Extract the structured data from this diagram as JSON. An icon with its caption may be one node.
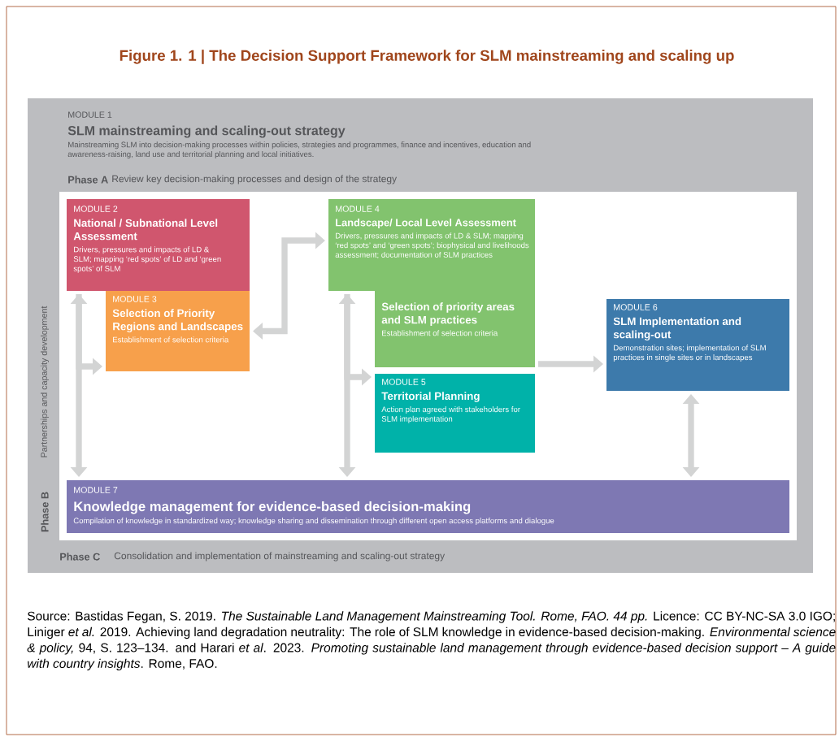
{
  "diagram": {
    "title": "Figure 1. 1 | The Decision Support Framework for SLM mainstreaming and scaling up",
    "caption": "Source: Bastidas Fegan, S. 2019. *The Sustainable Land Management Mainstreaming Tool. Rome, FAO. 44 pp.* Licence: CC BY-NC-SA 3.0 IGO; Liniger *et al.* 2019. Achieving land degradation neutrality: The role of SLM knowledge in evidence-based decision-making. *Environmental science & policy,* 94, S. 123–134. and Harari *et al*. 2023. *Promoting sustainable land management through evidence-based decision support – A guide with country insights*. Rome, FAO.",
    "nodes": [
      {
        "text": [
          "MODULE 1",
          "SLM mainstreaming and scaling-out strategy",
          "Mainstreaming SLM into decision-making processes within policies, strategies and programmes, finance and incentives, education and awareness-raising, land use and territorial planning and local initiatives."
        ]
      },
      {
        "text": [
          "MODULE 2",
          "National / Subnational Level Assessment",
          "Drivers, pressures and impacts of LD & SLM; mapping ‘red spots’ of LD and ‘green spots’ of SLM"
        ],
        "in": 0
      },
      {
        "text": [
          "MODULE 3",
          "Selection of Priority Regions and Landscapes",
          "Establishment of selection criteria"
        ],
        "in": 0
      },
      {
        "text": [
          "MODULE 4",
          "Landscape/ Local Level Assessment",
          "Drivers, pressures and impacts of LD & SLM; mapping ‘red spots’ and ‘green spots’; biophysical and livelihoods assessment; documentation of SLM practices"
        ],
        "in": 0
      },
      {
        "text": [
          "Selection of priority areas and SLM practices",
          "Establishment of selection criteria"
        ],
        "in": 0
      },
      {
        "text": [
          "MODULE 5",
          "Territorial Planning",
          "Action plan agreed with stakeholders for SLM implementation"
        ],
        "in": 0
      },
      {
        "text": [
          "MODULE 6",
          "SLM Implementation and scaling-out",
          "Demonstration sites; implementation of SLM practices in single sites or in landscapes"
        ],
        "in": 0
      },
      {
        "text": [
          "MODULE 7",
          "Knowledge management for evidence-based decision-making",
          "Compilation of knowledge in standardized way; knowledge sharing and dissemination through different open access platforms and dialogue"
        ],
        "in": 0
      }
    ],
    "edges": [
      {
        "from": 1,
        "to": 7,
        "arrow": "both"
      },
      {
        "from": 1,
        "to": 2,
        "arrow": "to"
      },
      {
        "from": 2,
        "to": 3,
        "arrow": "both"
      },
      {
        "from": 3,
        "to": 7,
        "arrow": "both"
      },
      {
        "from": 3,
        "to": 5,
        "arrow": "to"
      },
      {
        "from": 4,
        "to": 6,
        "arrow": "to"
      },
      {
        "from": 6,
        "to": 7,
        "arrow": "both"
      }
    ],
    "labels": [
      "Phase A",
      "Review key decision-making processes and design of the strategy",
      "Partnerships and capacity development",
      "Phase B",
      "Phase C",
      "Consolidation and implementation of mainstreaming and scaling-out strategy"
    ]
  }
}
